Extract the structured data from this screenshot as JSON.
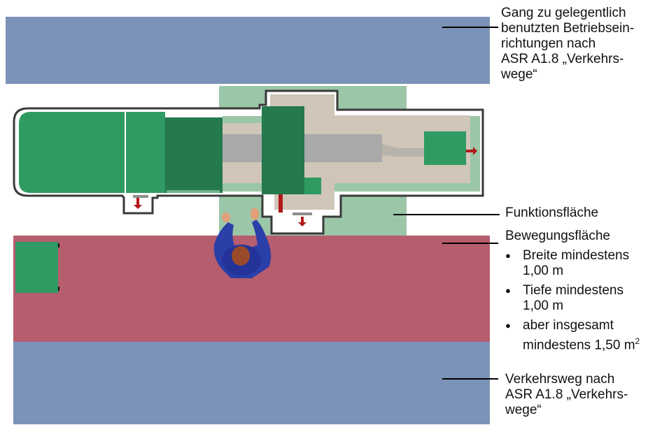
{
  "colors": {
    "traffic_route": "#7b93b8",
    "movement_area": "#b65d6e",
    "function_area": "#9bc6a8",
    "machine_green": "#2f9a62",
    "machine_dark_green": "#24794d",
    "machine_light": "#cfc6b8",
    "shaft_gray": "#a9a9a9",
    "worker_blue": "#2b3fa8",
    "worker_hair": "#9a4a2a",
    "marker_red": "#b01818"
  },
  "labels": {
    "aisle_occasional": [
      "Gang zu gelegentlich",
      "benutzten Betriebsein-",
      "richtungen nach",
      "ASR A1.8 „Verkehrs-",
      "wege“"
    ],
    "function_area": "Funktionsfläche",
    "movement_area": {
      "title": "Bewegungsfläche",
      "items": [
        {
          "lines": [
            "Breite mindestens",
            "1,00 m"
          ]
        },
        {
          "lines": [
            "Tiefe mindestens",
            "1,00 m"
          ]
        },
        {
          "lines": [
            "aber insgesamt",
            "mindestens 1,50 m"
          ],
          "sup": "2"
        }
      ]
    },
    "traffic_route": [
      "Verkehrsweg nach",
      "ASR A1.8 „Verkehrs-",
      "wege“"
    ]
  }
}
